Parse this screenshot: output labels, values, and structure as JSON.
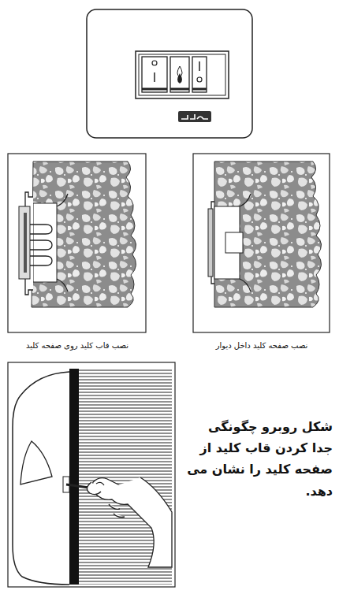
{
  "diagram": {
    "labels": [
      "نصب قاب کلید روی صفحه کلید",
      "نصب صفحه کلید داخل دیوار",
      "شکل روبرو چگونگی جدا کردن قاب کلید از صفحه کلید را نشان می دهد."
    ]
  }
}
